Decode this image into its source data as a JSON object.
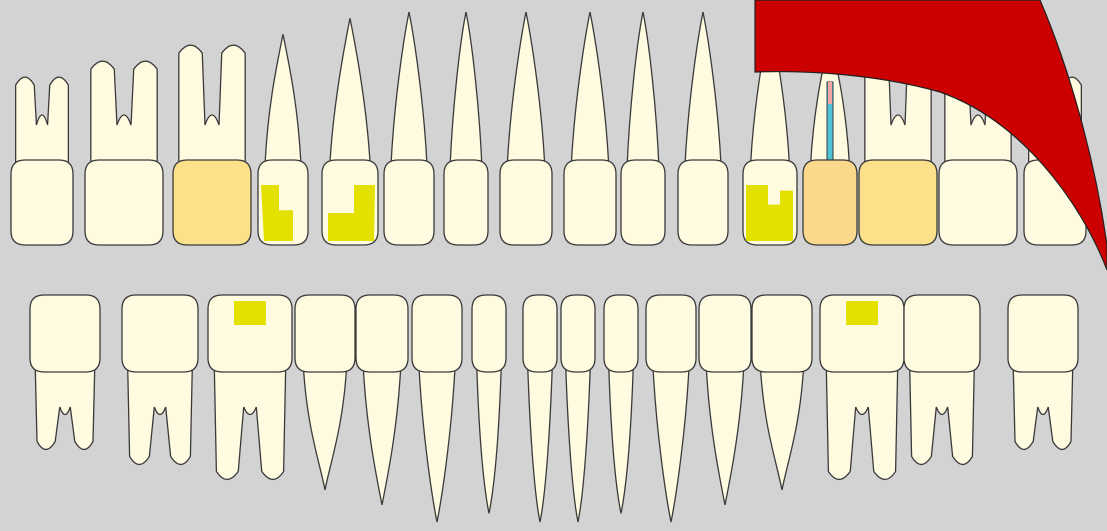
{
  "colors": {
    "background": "#d3d3d3",
    "tooth_fill": "#fffbe0",
    "outline": "#3a3a3a",
    "crown": "#fde08a",
    "crown_root_canal": "#fbd98c",
    "filling": "#e4e000",
    "root_canal_post": "#4ec3d6",
    "root_canal_tip": "#f5a3a3",
    "overlay": "#cc0000"
  },
  "upper_teeth": [
    {
      "type": "molar3",
      "treatment": "none"
    },
    {
      "type": "molar2",
      "treatment": "none"
    },
    {
      "type": "molar1",
      "treatment": "crown"
    },
    {
      "type": "premolar2",
      "treatment": "filling",
      "filling_surfaces": [
        "distal",
        "occlusal"
      ]
    },
    {
      "type": "premolar1",
      "treatment": "filling",
      "filling_surfaces": [
        "mesial",
        "occlusal"
      ]
    },
    {
      "type": "canine",
      "treatment": "none"
    },
    {
      "type": "incisor_lateral",
      "treatment": "none"
    },
    {
      "type": "incisor_central",
      "treatment": "none"
    },
    {
      "type": "incisor_central",
      "treatment": "none"
    },
    {
      "type": "incisor_lateral",
      "treatment": "none"
    },
    {
      "type": "canine",
      "treatment": "none"
    },
    {
      "type": "premolar1",
      "treatment": "filling",
      "filling_surfaces": [
        "distal",
        "occlusal",
        "mesial"
      ]
    },
    {
      "type": "premolar2",
      "treatment": "crown_and_root_canal"
    },
    {
      "type": "molar1",
      "treatment": "crown"
    },
    {
      "type": "molar2",
      "treatment": "none"
    },
    {
      "type": "molar3",
      "treatment": "none"
    }
  ],
  "lower_teeth": [
    {
      "type": "molar3",
      "treatment": "none"
    },
    {
      "type": "molar2",
      "treatment": "none"
    },
    {
      "type": "molar1",
      "treatment": "filling",
      "filling_surfaces": [
        "occlusal"
      ]
    },
    {
      "type": "premolar2",
      "treatment": "none"
    },
    {
      "type": "premolar1",
      "treatment": "none"
    },
    {
      "type": "canine",
      "treatment": "none"
    },
    {
      "type": "incisor_lateral",
      "treatment": "none"
    },
    {
      "type": "incisor_central",
      "treatment": "none"
    },
    {
      "type": "incisor_central",
      "treatment": "none"
    },
    {
      "type": "incisor_lateral",
      "treatment": "none"
    },
    {
      "type": "canine",
      "treatment": "none"
    },
    {
      "type": "premolar1",
      "treatment": "none"
    },
    {
      "type": "premolar2",
      "treatment": "none"
    },
    {
      "type": "molar1",
      "treatment": "filling",
      "filling_surfaces": [
        "occlusal"
      ]
    },
    {
      "type": "molar2",
      "treatment": "none"
    },
    {
      "type": "molar3",
      "treatment": "none"
    }
  ]
}
